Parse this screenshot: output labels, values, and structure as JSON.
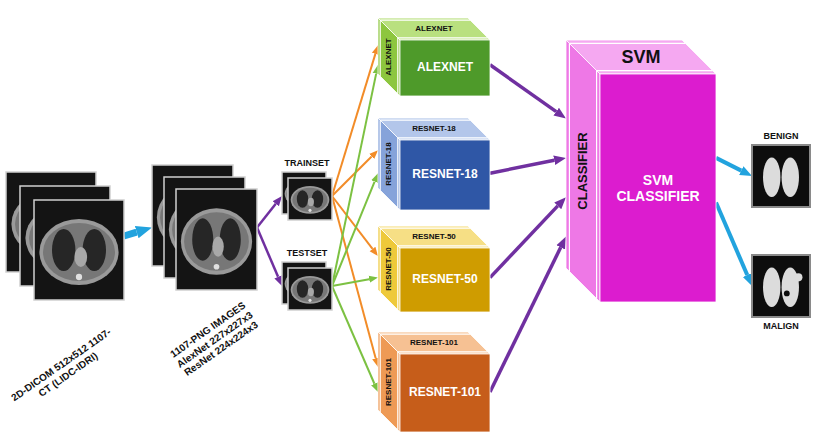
{
  "diagram": {
    "nodes": [
      {
        "text": [
          "2D-DICOM 512x512 1107-CT (LIDC-IDRI)"
        ]
      },
      {
        "text": [
          "1107-PNG IMAGES AlexNet 227x227x3 ResNet 224x224x3"
        ]
      },
      {
        "text": [
          "TRAINSET"
        ]
      },
      {
        "text": [
          "TESTSET"
        ]
      },
      {
        "text": [
          "ALEXNET",
          "ALEXNET",
          "ALEXNET"
        ]
      },
      {
        "text": [
          "RESNET-18",
          "RESNET-18",
          "RESNET-18"
        ]
      },
      {
        "text": [
          "RESNET-50",
          "RESNET-50",
          "RESNET-50"
        ]
      },
      {
        "text": [
          "RESNET-101",
          "RESNET-101",
          "RESNET-101"
        ]
      },
      {
        "text": [
          "SVM",
          "CLASSIFIER",
          "SVM CLASSIFIER"
        ]
      },
      {
        "text": [
          "BENIGN"
        ]
      },
      {
        "text": [
          "MALIGN"
        ]
      }
    ],
    "edges": [
      {
        "from": 0,
        "to": 1,
        "arrow": "to"
      },
      {
        "from": 1,
        "to": 2,
        "arrow": "to"
      },
      {
        "from": 1,
        "to": 3,
        "arrow": "to"
      },
      {
        "from": 2,
        "to": 4,
        "arrow": "to"
      },
      {
        "from": 2,
        "to": 5,
        "arrow": "to"
      },
      {
        "from": 2,
        "to": 6,
        "arrow": "to"
      },
      {
        "from": 2,
        "to": 7,
        "arrow": "to"
      },
      {
        "from": 3,
        "to": 4,
        "arrow": "to"
      },
      {
        "from": 3,
        "to": 5,
        "arrow": "to"
      },
      {
        "from": 3,
        "to": 6,
        "arrow": "to"
      },
      {
        "from": 3,
        "to": 7,
        "arrow": "to"
      },
      {
        "from": 4,
        "to": 8,
        "arrow": "to"
      },
      {
        "from": 5,
        "to": 8,
        "arrow": "to"
      },
      {
        "from": 6,
        "to": 8,
        "arrow": "to"
      },
      {
        "from": 7,
        "to": 8,
        "arrow": "to"
      },
      {
        "from": 8,
        "to": 9,
        "arrow": "to"
      },
      {
        "from": 8,
        "to": 10,
        "arrow": "to"
      }
    ]
  }
}
